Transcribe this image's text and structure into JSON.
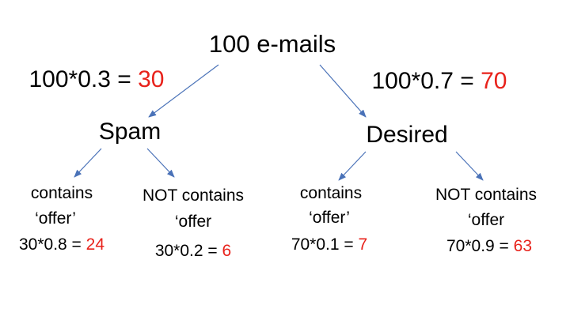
{
  "colors": {
    "text": "#000000",
    "highlight": "#e8221b",
    "arrow": "#4a72b8"
  },
  "root": {
    "label": "100 e-mails"
  },
  "left_branch": {
    "formula": "100*0.3 = ",
    "result": "30",
    "node": "Spam",
    "leaves": [
      {
        "line1": "contains",
        "line2": "‘offer’",
        "formula": "30*0.8 = ",
        "result": "24"
      },
      {
        "line1": "NOT contains",
        "line2": "‘offer",
        "formula": "30*0.2 = ",
        "result": "6"
      }
    ]
  },
  "right_branch": {
    "formula": "100*0.7 = ",
    "result": "70",
    "node": "Desired",
    "leaves": [
      {
        "line1": "contains",
        "line2": "‘offer’",
        "formula": "70*0.1 = ",
        "result": "7"
      },
      {
        "line1": "NOT contains",
        "line2": "‘offer",
        "formula": "70*0.9 = ",
        "result": "63"
      }
    ]
  }
}
